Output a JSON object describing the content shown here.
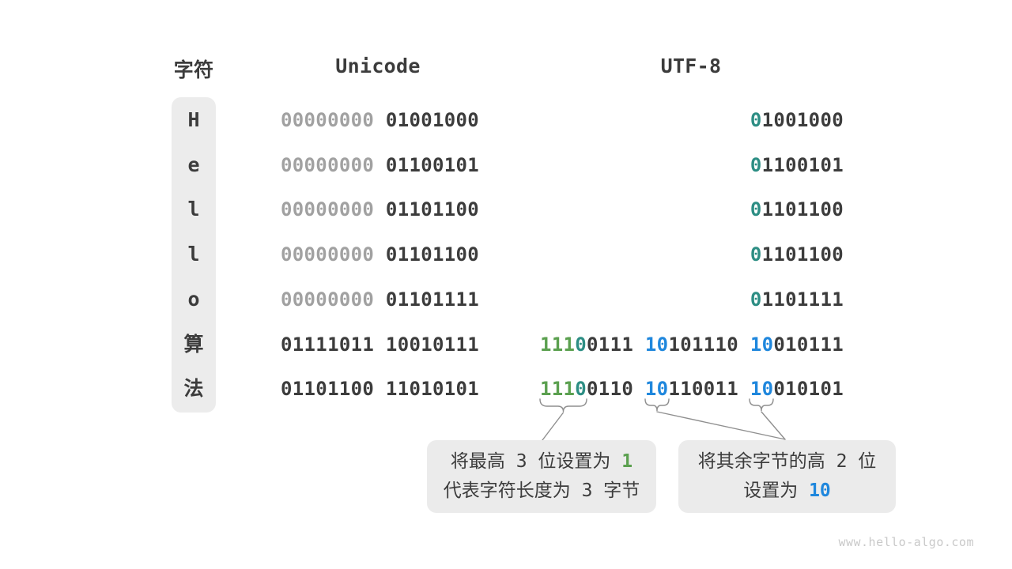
{
  "header": {
    "char_label": "字符",
    "unicode_label": "Unicode",
    "utf8_label": "UTF-8"
  },
  "colors": {
    "dark": "#3c3c3c",
    "muted": "#a1a1a1",
    "green": "#5ba04f",
    "teal": "#2d8e84",
    "blue": "#1f87dd",
    "box_bg": "#ececec"
  },
  "rows": [
    {
      "char": "H",
      "unicode": [
        [
          "00000000",
          "muted"
        ],
        [
          " 01001000",
          "dark"
        ]
      ],
      "utf8": [
        [
          "0",
          "teal"
        ],
        [
          "1001000",
          "dark"
        ]
      ]
    },
    {
      "char": "e",
      "unicode": [
        [
          "00000000",
          "muted"
        ],
        [
          " 01100101",
          "dark"
        ]
      ],
      "utf8": [
        [
          "0",
          "teal"
        ],
        [
          "1100101",
          "dark"
        ]
      ]
    },
    {
      "char": "l",
      "unicode": [
        [
          "00000000",
          "muted"
        ],
        [
          " 01101100",
          "dark"
        ]
      ],
      "utf8": [
        [
          "0",
          "teal"
        ],
        [
          "1101100",
          "dark"
        ]
      ]
    },
    {
      "char": "l",
      "unicode": [
        [
          "00000000",
          "muted"
        ],
        [
          " 01101100",
          "dark"
        ]
      ],
      "utf8": [
        [
          "0",
          "teal"
        ],
        [
          "1101100",
          "dark"
        ]
      ]
    },
    {
      "char": "o",
      "unicode": [
        [
          "00000000",
          "muted"
        ],
        [
          " 01101111",
          "dark"
        ]
      ],
      "utf8": [
        [
          "0",
          "teal"
        ],
        [
          "1101111",
          "dark"
        ]
      ]
    },
    {
      "char": "算",
      "unicode": [
        [
          "01111011 10010111",
          "dark"
        ]
      ],
      "utf8": [
        [
          "111",
          "green"
        ],
        [
          "0",
          "teal"
        ],
        [
          "0111 ",
          "dark"
        ],
        [
          "10",
          "blue"
        ],
        [
          "101110 ",
          "dark"
        ],
        [
          "10",
          "blue"
        ],
        [
          "010111",
          "dark"
        ]
      ]
    },
    {
      "char": "法",
      "unicode": [
        [
          "01101100 11010101",
          "dark"
        ]
      ],
      "utf8": [
        [
          "111",
          "green"
        ],
        [
          "0",
          "teal"
        ],
        [
          "0110 ",
          "dark"
        ],
        [
          "10",
          "blue"
        ],
        [
          "110011 ",
          "dark"
        ],
        [
          "10",
          "blue"
        ],
        [
          "010101",
          "dark"
        ]
      ]
    }
  ],
  "annotations": {
    "left": {
      "line1": [
        [
          "将最高 3 位设置为 ",
          "dark"
        ],
        [
          "1",
          "green hl"
        ]
      ],
      "line2": [
        [
          "代表字符长度为 3 字节",
          "dark"
        ]
      ]
    },
    "right": {
      "line1": [
        [
          "将其余字节的高 2 位",
          "dark"
        ]
      ],
      "line2": [
        [
          "设置为 ",
          "dark"
        ],
        [
          "10",
          "blue hl"
        ]
      ]
    }
  },
  "watermark": "www.hello-algo.com"
}
